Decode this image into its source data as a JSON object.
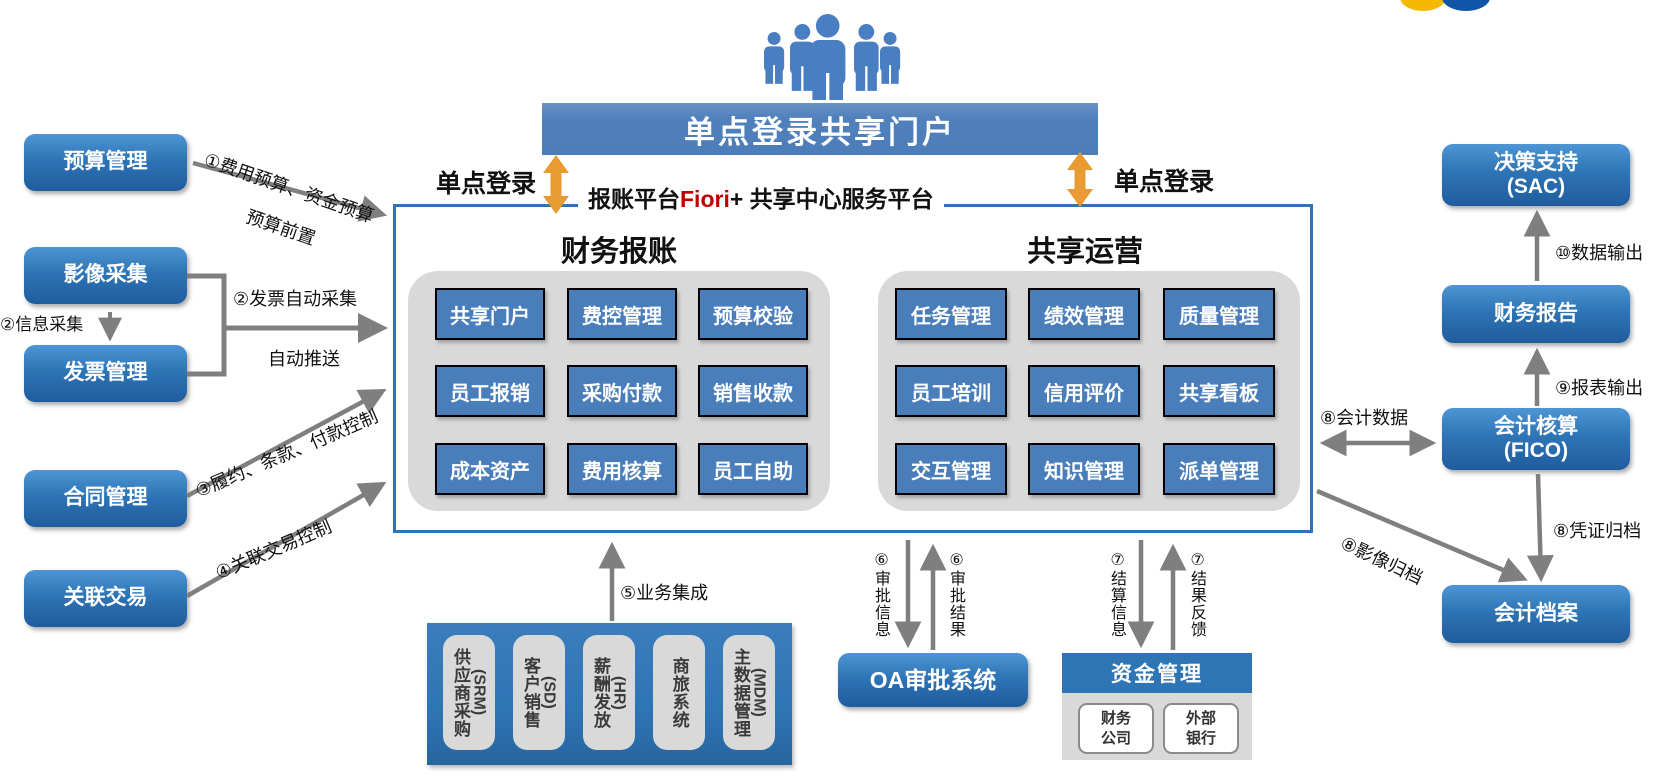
{
  "header": {
    "banner_title": "单点登录共享门户",
    "sso_label_left": "单点登录",
    "sso_label_right": "单点登录",
    "platform_prefix": "报账平台",
    "platform_highlight": "Fiori",
    "platform_suffix": "+ 共享中心服务平台"
  },
  "platform_sections": [
    {
      "title": "财务报账",
      "boxes": [
        "共享门户",
        "费控管理",
        "预算校验",
        "员工报销",
        "采购付款",
        "销售收款",
        "成本资产",
        "费用核算",
        "员工自助"
      ]
    },
    {
      "title": "共享运营",
      "boxes": [
        "任务管理",
        "绩效管理",
        "质量管理",
        "员工培训",
        "信用评价",
        "共享看板",
        "交互管理",
        "知识管理",
        "派单管理"
      ]
    }
  ],
  "left_systems": [
    "预算管理",
    "影像采集",
    "发票管理",
    "合同管理",
    "关联交易"
  ],
  "left_flow_labels": {
    "budget_line1": "①费用预算、资金预算",
    "budget_line2": "预算前置",
    "info_capture": "②信息采集",
    "invoice_line1": "②发票自动采集",
    "invoice_line2": "自动推送",
    "contract": "③履约、条款、付款控制",
    "related": "④关联交易控制"
  },
  "right_systems": [
    {
      "title": "决策支持",
      "subtitle": "(SAC)"
    },
    {
      "title": "财务报告",
      "subtitle": ""
    },
    {
      "title": "会计核算",
      "subtitle": "(FICO)"
    },
    {
      "title": "会计档案",
      "subtitle": ""
    }
  ],
  "right_flow_labels": {
    "data_output": "⑩数据输出",
    "report_output": "⑨报表输出",
    "accounting_data": "⑧会计数据",
    "voucher_archive": "⑧凭证归档",
    "image_archive": "⑧影像归档"
  },
  "bottom": {
    "business_integration": "⑤业务集成",
    "erp_systems": [
      {
        "name": "供应商采购",
        "code": "(SRM)"
      },
      {
        "name": "客户销售",
        "code": "(SD)"
      },
      {
        "name": "薪酬发放",
        "code": "(HR)"
      },
      {
        "name": "商旅系统",
        "code": ""
      },
      {
        "name": "主数据管理",
        "code": "(MDM)"
      }
    ],
    "oa_system": "OA审批系统",
    "oa_down_label": "⑥审批信息",
    "oa_up_label": "⑥审批结果",
    "treasury": {
      "title": "资金管理",
      "subs": [
        "财务公司",
        "外部银行"
      ],
      "down_label": "⑦结算信息",
      "up_label": "⑦结果反馈"
    }
  },
  "colors": {
    "banner_blue": "#5181BC",
    "module_blue": "#4A7EBB",
    "side_box_blue": "#2E75B6",
    "container_gray": "#D9D9D9",
    "main_border_blue": "#2E74B5",
    "arrow_gray": "#7F7F7F",
    "sso_arrow_orange": "#E89B33",
    "fiori_red": "#C00000",
    "logo_yellow": "#F5B800",
    "logo_blue": "#1155A6"
  }
}
